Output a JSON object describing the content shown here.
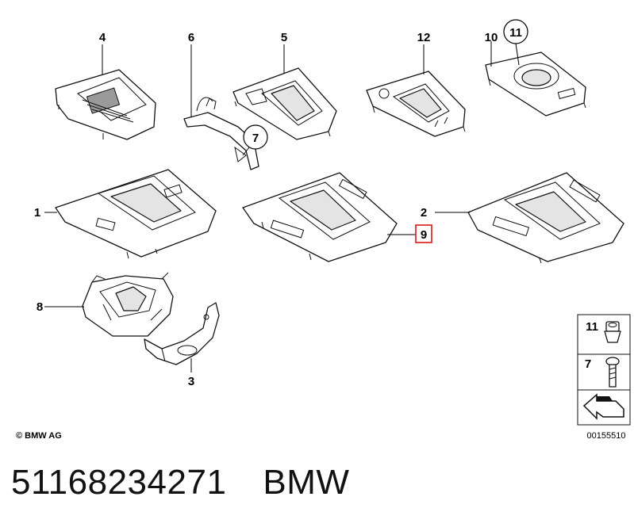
{
  "callouts": {
    "c1": "1",
    "c2": "2",
    "c3": "3",
    "c4": "4",
    "c5": "5",
    "c6": "6",
    "c7": "7",
    "c8": "8",
    "c9": "9",
    "c10": "10",
    "c11": "11",
    "c12": "12"
  },
  "legend": {
    "row1": "11",
    "row2": "7"
  },
  "copyright": "© BMW AG",
  "image_code": "00155510",
  "footer": {
    "part_number": "51168234271",
    "brand": "BMW"
  },
  "colors": {
    "highlight": "#e03030",
    "line": "#111111",
    "fill_grey": "#e4e4e4"
  }
}
